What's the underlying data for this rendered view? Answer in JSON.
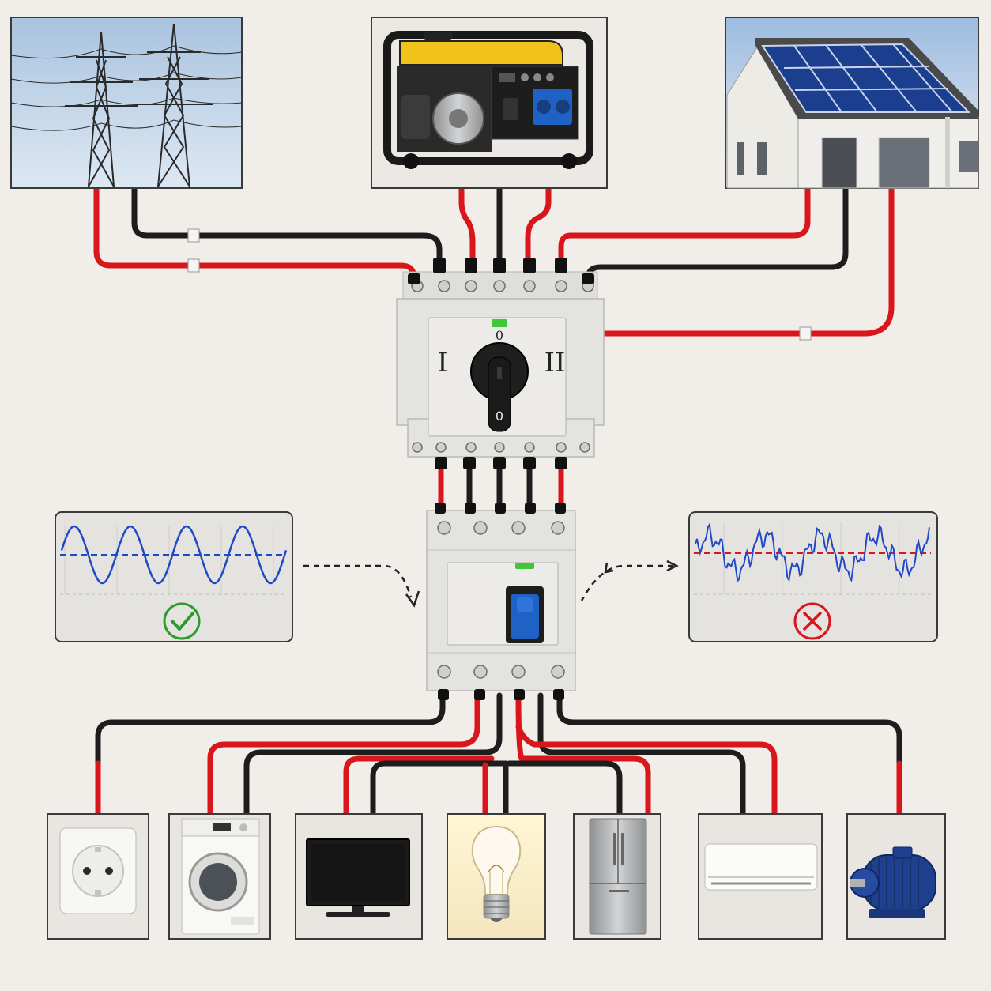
{
  "sources": [
    {
      "id": "grid",
      "icon": "power-tower-icon"
    },
    {
      "id": "generator",
      "icon": "generator-icon"
    },
    {
      "id": "solar",
      "icon": "solar-house-icon"
    }
  ],
  "changeover_switch": {
    "left_label": "I",
    "right_label": "II",
    "top_label": "0",
    "knob_label": "0",
    "indicator_color": "#3fc63a"
  },
  "breaker": {
    "indicator_color": "#3fc63a",
    "toggle_color": "#1f62c6"
  },
  "waveforms": {
    "good": {
      "status_icon": "check-icon",
      "status_color": "#2a9d2a",
      "line_color": "#2048c8"
    },
    "bad": {
      "status_icon": "cross-icon",
      "status_color": "#d8161b",
      "line_color": "#2048c8",
      "reference_color": "#d8161b"
    }
  },
  "loads": [
    {
      "id": "socket",
      "icon": "wall-socket-icon"
    },
    {
      "id": "washer",
      "icon": "washing-machine-icon"
    },
    {
      "id": "tv",
      "icon": "television-icon"
    },
    {
      "id": "bulb",
      "icon": "light-bulb-icon"
    },
    {
      "id": "fridge",
      "icon": "refrigerator-icon"
    },
    {
      "id": "ac",
      "icon": "air-conditioner-icon"
    },
    {
      "id": "motor",
      "icon": "electric-motor-icon"
    }
  ],
  "colors": {
    "live_wire": "#d8161b",
    "neutral_wire": "#1d1d1d",
    "background": "#f1eee9"
  }
}
